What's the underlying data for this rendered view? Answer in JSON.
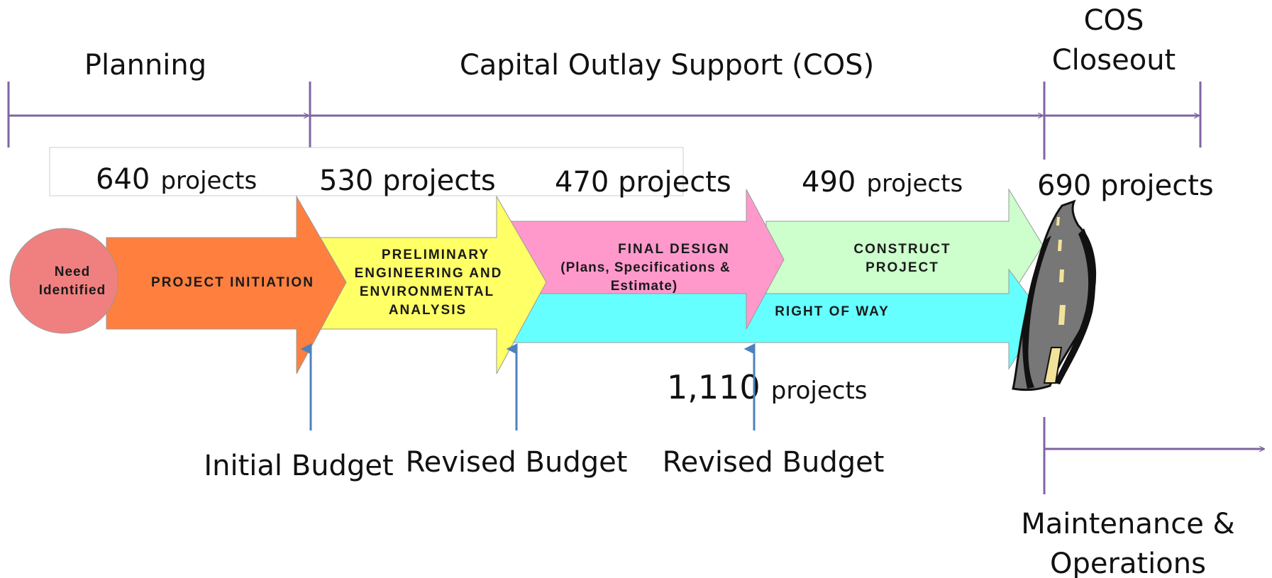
{
  "phases": {
    "planning": "Planning",
    "cos": "Capital Outlay Support (COS)",
    "closeout_line1": "COS",
    "closeout_line2": "Closeout"
  },
  "stages": {
    "need_line1": "Need",
    "need_line2": "Identified",
    "initiation": "PROJECT INITIATION",
    "pe_line1": "PRELIMINARY",
    "pe_line2": "ENGINEERING AND",
    "pe_line3": "ENVIRONMENTAL",
    "pe_line4": "ANALYSIS",
    "fd_line1": "FINAL DESIGN",
    "fd_line2": "(Plans, Specifications  &",
    "fd_line3": "Estimate)",
    "construct_line1": "CONSTRUCT",
    "construct_line2": "PROJECT",
    "row": "RIGHT OF WAY"
  },
  "counts": {
    "initiation_num": "640",
    "initiation_unit": "projects",
    "pe": "530 projects",
    "fd": "470 projects",
    "construct_num": "490",
    "construct_unit": "projects",
    "closeout": "690 projects",
    "row_num": "1,110",
    "row_unit": "projects"
  },
  "milestones": {
    "initial_budget": "Initial Budget",
    "revised_budget_1": "Revised Budget",
    "revised_budget_2": "Revised Budget"
  },
  "maintenance": {
    "line1": "Maintenance &",
    "line2": "Operations"
  },
  "colors": {
    "timeline": "#8064a2",
    "need": "#f08080",
    "initiation": "#ff7f3f",
    "pe": "#ffff66",
    "fd": "#ff99cc",
    "construct": "#ccffcc",
    "row": "#66ffff",
    "milestone_arrow": "#4f81bd"
  }
}
